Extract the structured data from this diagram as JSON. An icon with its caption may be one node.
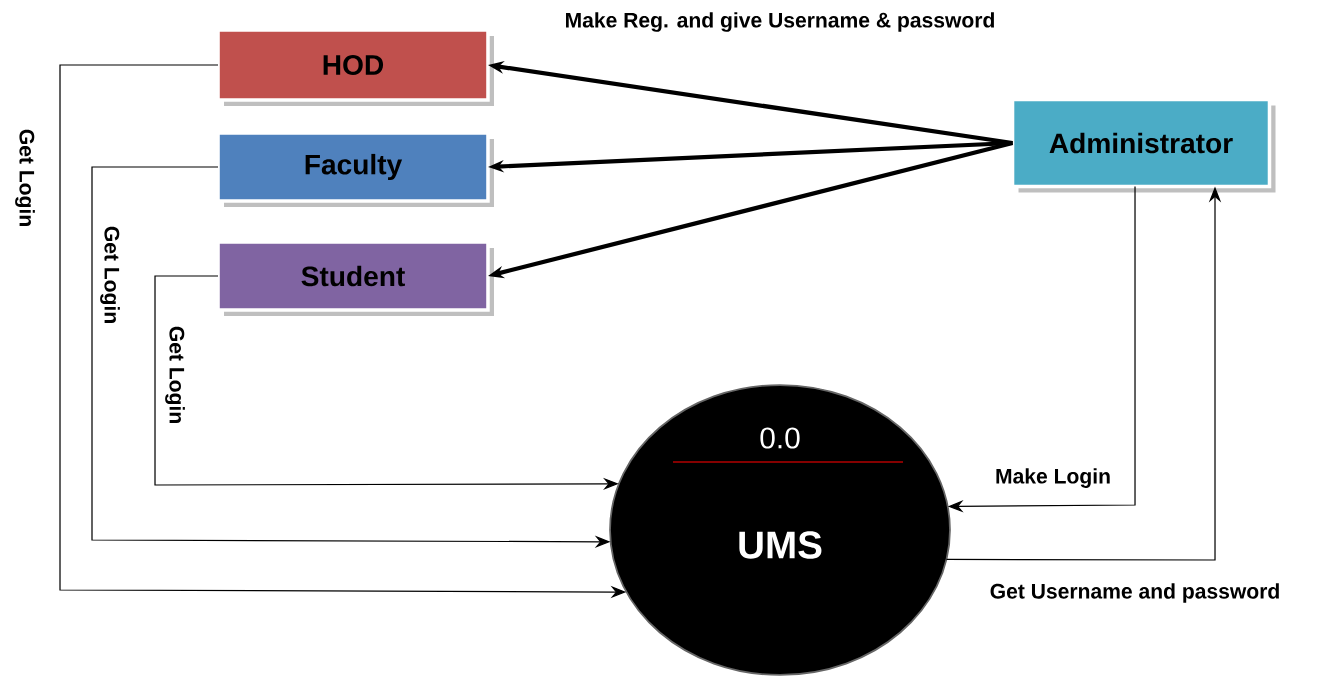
{
  "diagram": {
    "nodes": [
      {
        "text": [
          "HOD"
        ]
      },
      {
        "text": [
          "Faculty"
        ]
      },
      {
        "text": [
          "Student"
        ]
      },
      {
        "text": [
          "Administrator"
        ]
      },
      {
        "text": [
          "0.0",
          "UMS"
        ]
      }
    ],
    "edges": [
      {
        "from": 3,
        "to": 0,
        "arrow": "to",
        "style": "thick",
        "label": "Make Reg. and give Username & password"
      },
      {
        "from": 3,
        "to": 1,
        "arrow": "to",
        "style": "thick"
      },
      {
        "from": 3,
        "to": 2,
        "arrow": "to",
        "style": "thick"
      },
      {
        "from": 0,
        "to": 4,
        "arrow": "to",
        "label": "Get Login"
      },
      {
        "from": 1,
        "to": 4,
        "arrow": "to",
        "label": "Get Login"
      },
      {
        "from": 2,
        "to": 4,
        "arrow": "to",
        "label": "Get Login"
      },
      {
        "from": 3,
        "to": 4,
        "arrow": "to",
        "label": "Make Login"
      },
      {
        "from": 4,
        "to": 3,
        "arrow": "to",
        "label": "Get Username and password"
      }
    ]
  }
}
